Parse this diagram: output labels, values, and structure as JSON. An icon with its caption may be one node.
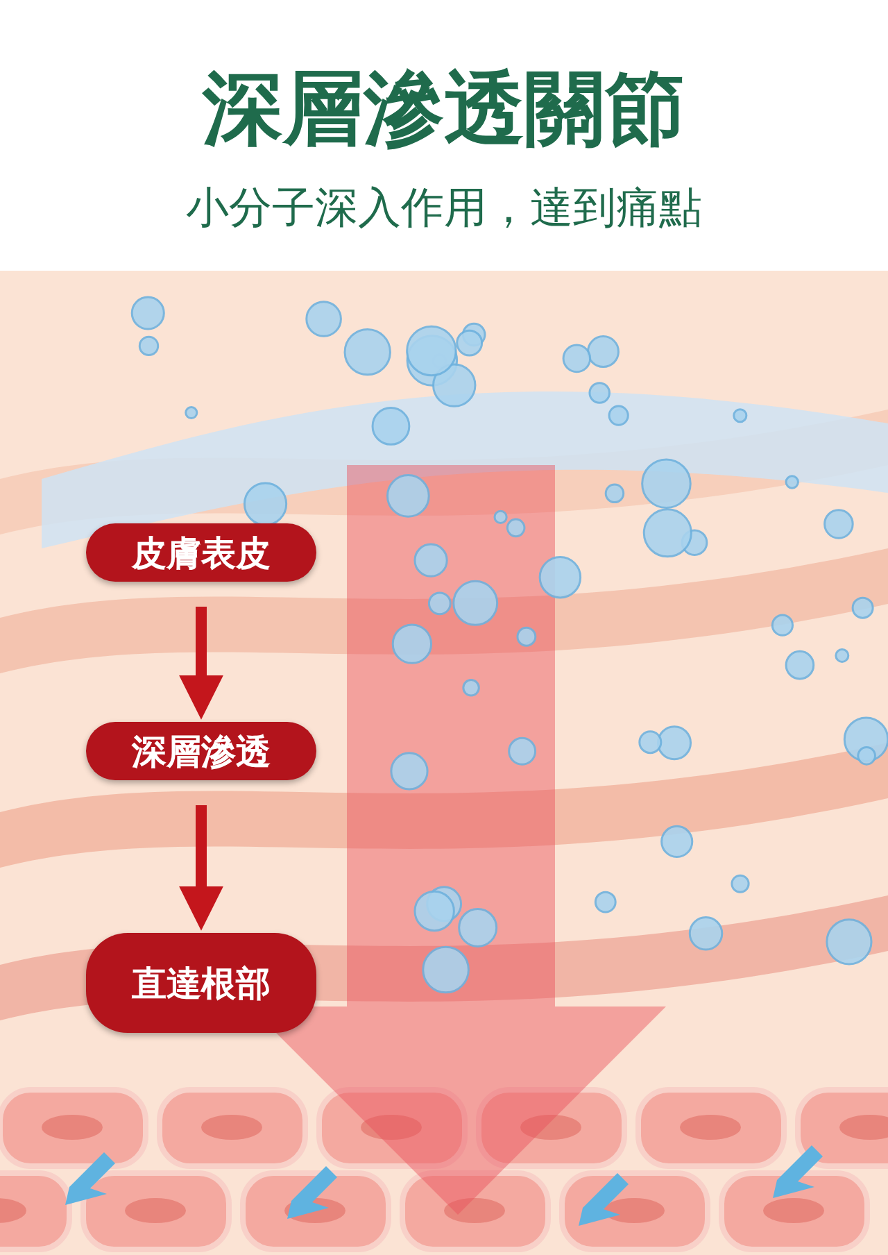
{
  "diagram": {
    "title": "深層滲透關節",
    "nodes": [
      {
        "text": [
          "皮膚表皮"
        ]
      },
      {
        "text": [
          "深層滲透"
        ]
      },
      {
        "text": [
          "直達根部"
        ]
      }
    ],
    "edges": [
      {
        "from": 0,
        "to": 1,
        "arrow": "to"
      },
      {
        "from": 1,
        "to": 2,
        "arrow": "to"
      }
    ],
    "labels": [
      "小分子深入作用，達到痛點"
    ]
  }
}
